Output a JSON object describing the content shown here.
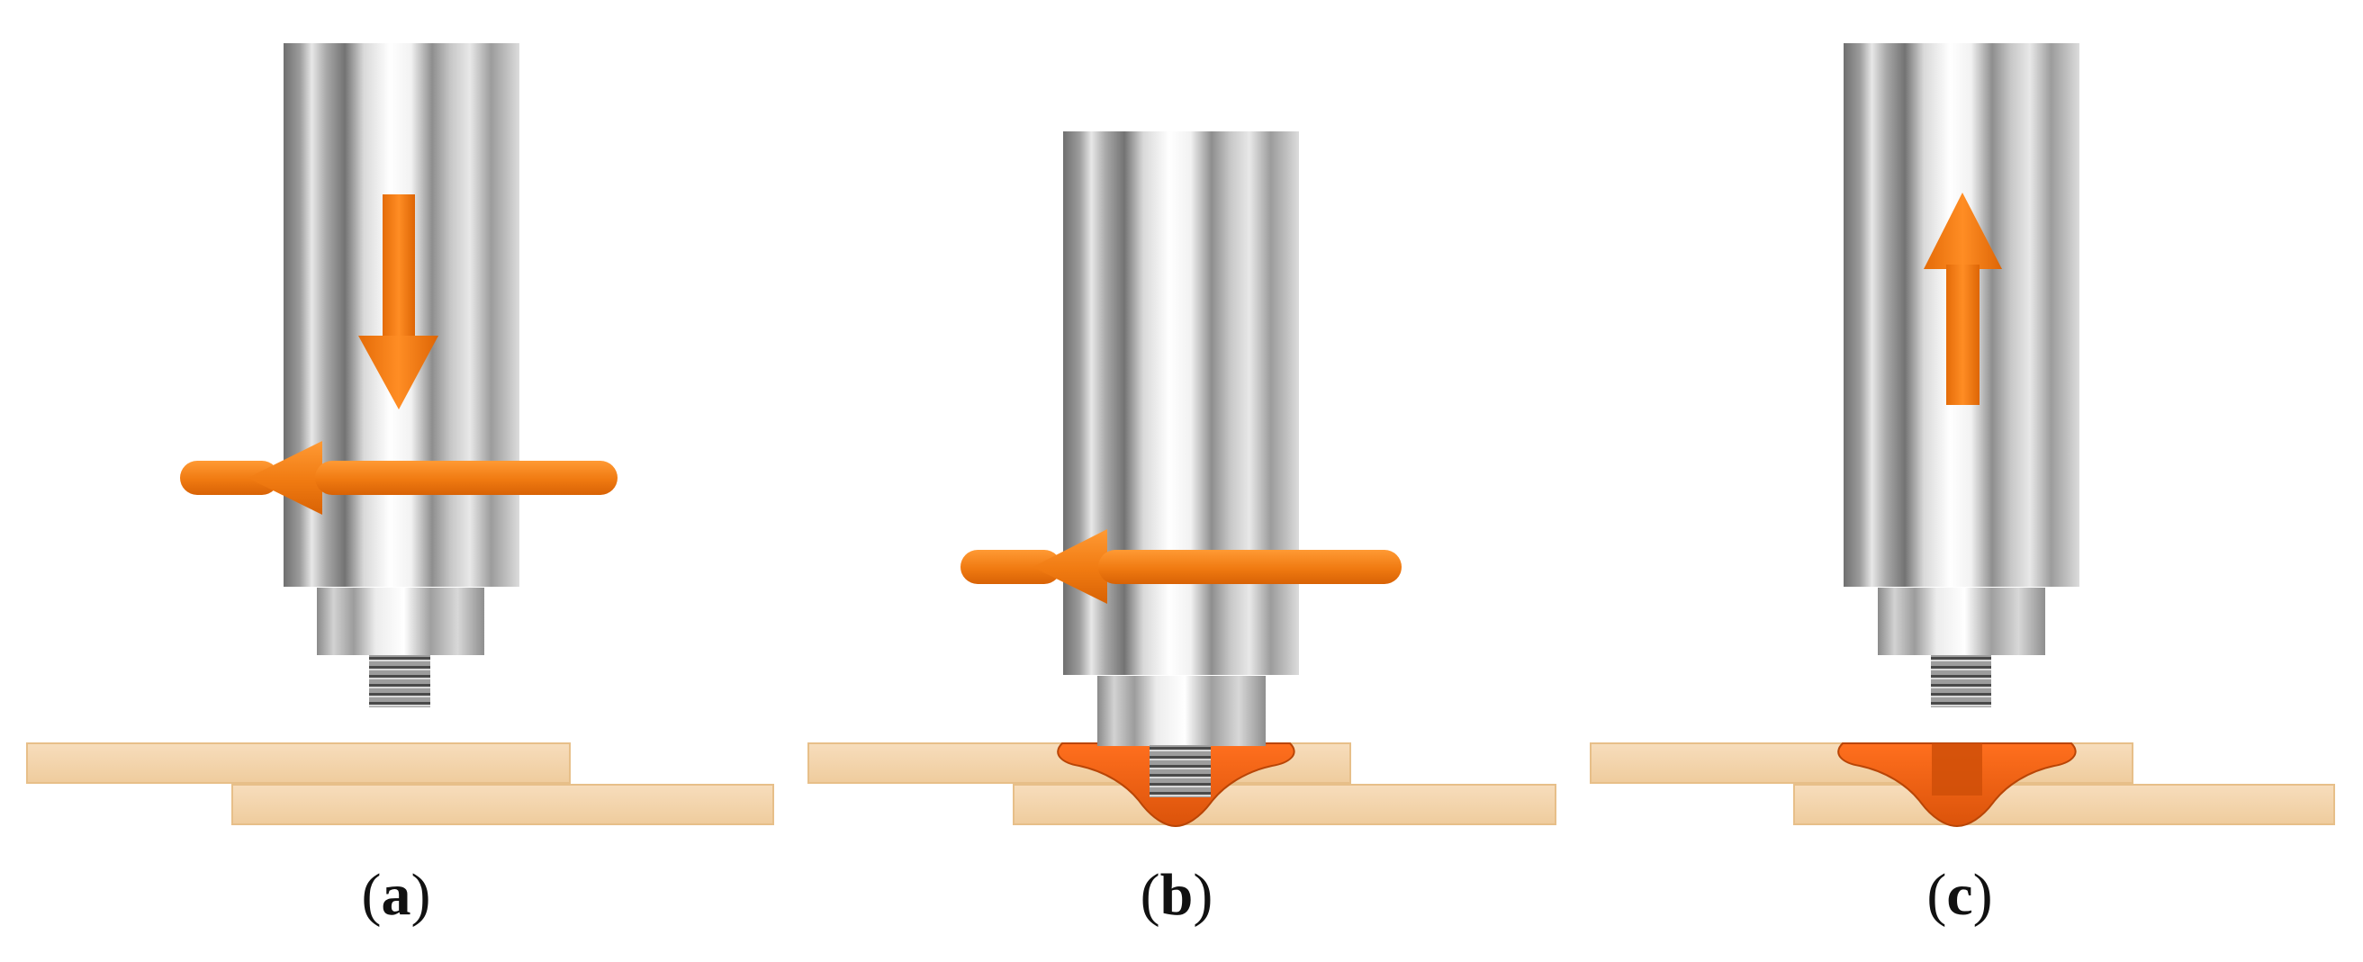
{
  "figure": {
    "panels": [
      {
        "id": "a",
        "label": {
          "open": "(",
          "letter": "a",
          "close": ")"
        },
        "stage": "approach",
        "tool_motion": [
          "down",
          "left-rotation"
        ]
      },
      {
        "id": "b",
        "label": {
          "open": "(",
          "letter": "b",
          "close": ")"
        },
        "stage": "forming",
        "tool_motion": [
          "left-rotation"
        ]
      },
      {
        "id": "c",
        "label": {
          "open": "(",
          "letter": "c",
          "close": ")"
        },
        "stage": "retract",
        "tool_motion": [
          "up"
        ]
      }
    ],
    "colors": {
      "sheet": "#F3D5AE",
      "sheet_edge": "#E9C18C",
      "arrow": "#F07A11",
      "arrow_dark": "#C85C05",
      "deposit": "#E45F0F",
      "deposit_dark": "#B94506",
      "steel_dark": "#6F6F6F",
      "steel_mid": "#A8A8A8",
      "steel_light": "#F3F3F3",
      "thread_dark": "#4A4A4A",
      "thread_light": "#D7D7D7"
    }
  }
}
